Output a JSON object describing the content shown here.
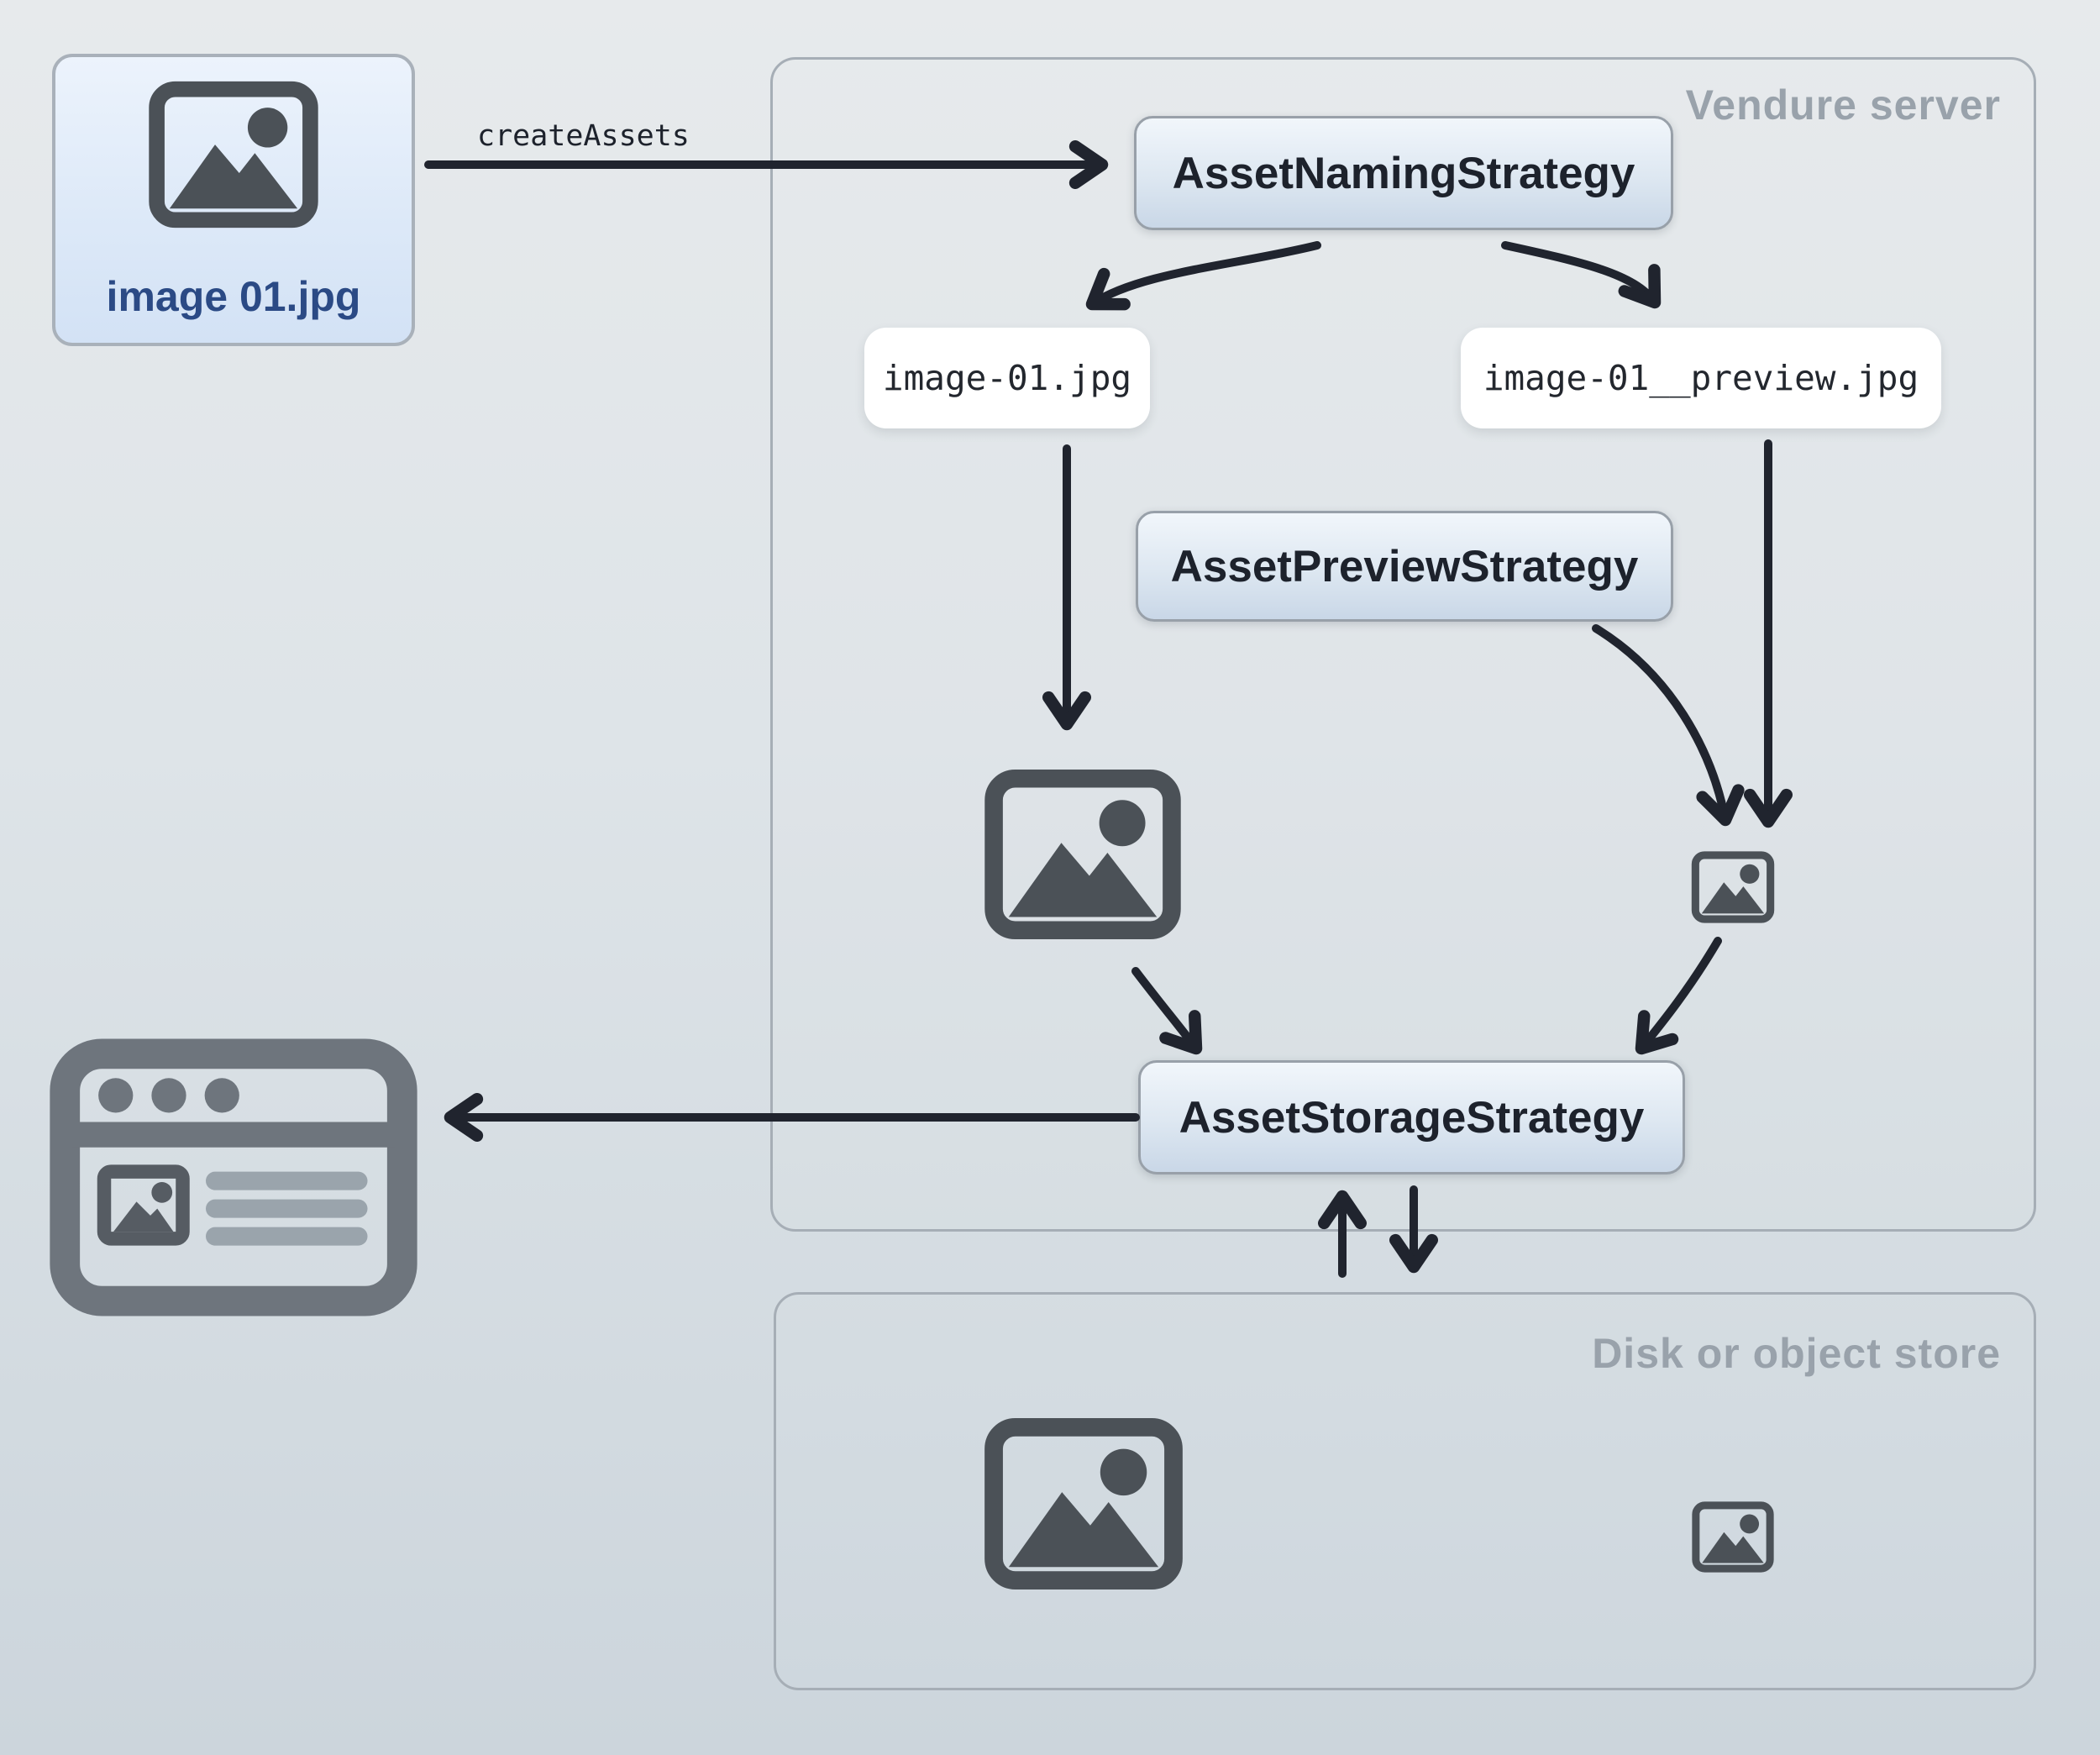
{
  "diagram": {
    "source": {
      "label": "image 01.jpg",
      "icon": "image-icon"
    },
    "create_assets_label": "createAssets",
    "vendure_server": {
      "title": "Vendure server",
      "naming_strategy": "AssetNamingStrategy",
      "preview_strategy": "AssetPreviewStrategy",
      "storage_strategy": "AssetStorageStrategy",
      "original_filename": "image-01.jpg",
      "preview_filename": "image-01__preview.jpg",
      "large_icon": "image-icon",
      "small_icon": "image-icon-small"
    },
    "disk_store": {
      "title": "Disk or object store",
      "large_icon": "image-icon",
      "small_icon": "image-icon-small"
    },
    "browser": {
      "icon": "browser-window-icon"
    },
    "colors": {
      "background_top": "#e7eaec",
      "background_bottom": "#ccd5dc",
      "container_border": "#a6aeb6",
      "container_title_text": "#99a2ab",
      "button_fill_top": "#f1f6fb",
      "button_fill_bottom": "#c9d7e7",
      "button_border": "#98a0a9",
      "button_text": "#1d222c",
      "pill_fill": "#ffffff",
      "pill_text": "#23272e",
      "source_fill_top": "#ecf3fc",
      "source_fill_bottom": "#d3e2f5",
      "source_text": "#2b4a85",
      "image_icon_gray": "#4b5157",
      "browser_icon_gray": "#6e757d",
      "browser_icon_light": "#9aa4ac",
      "arrow": "#20242e"
    }
  }
}
